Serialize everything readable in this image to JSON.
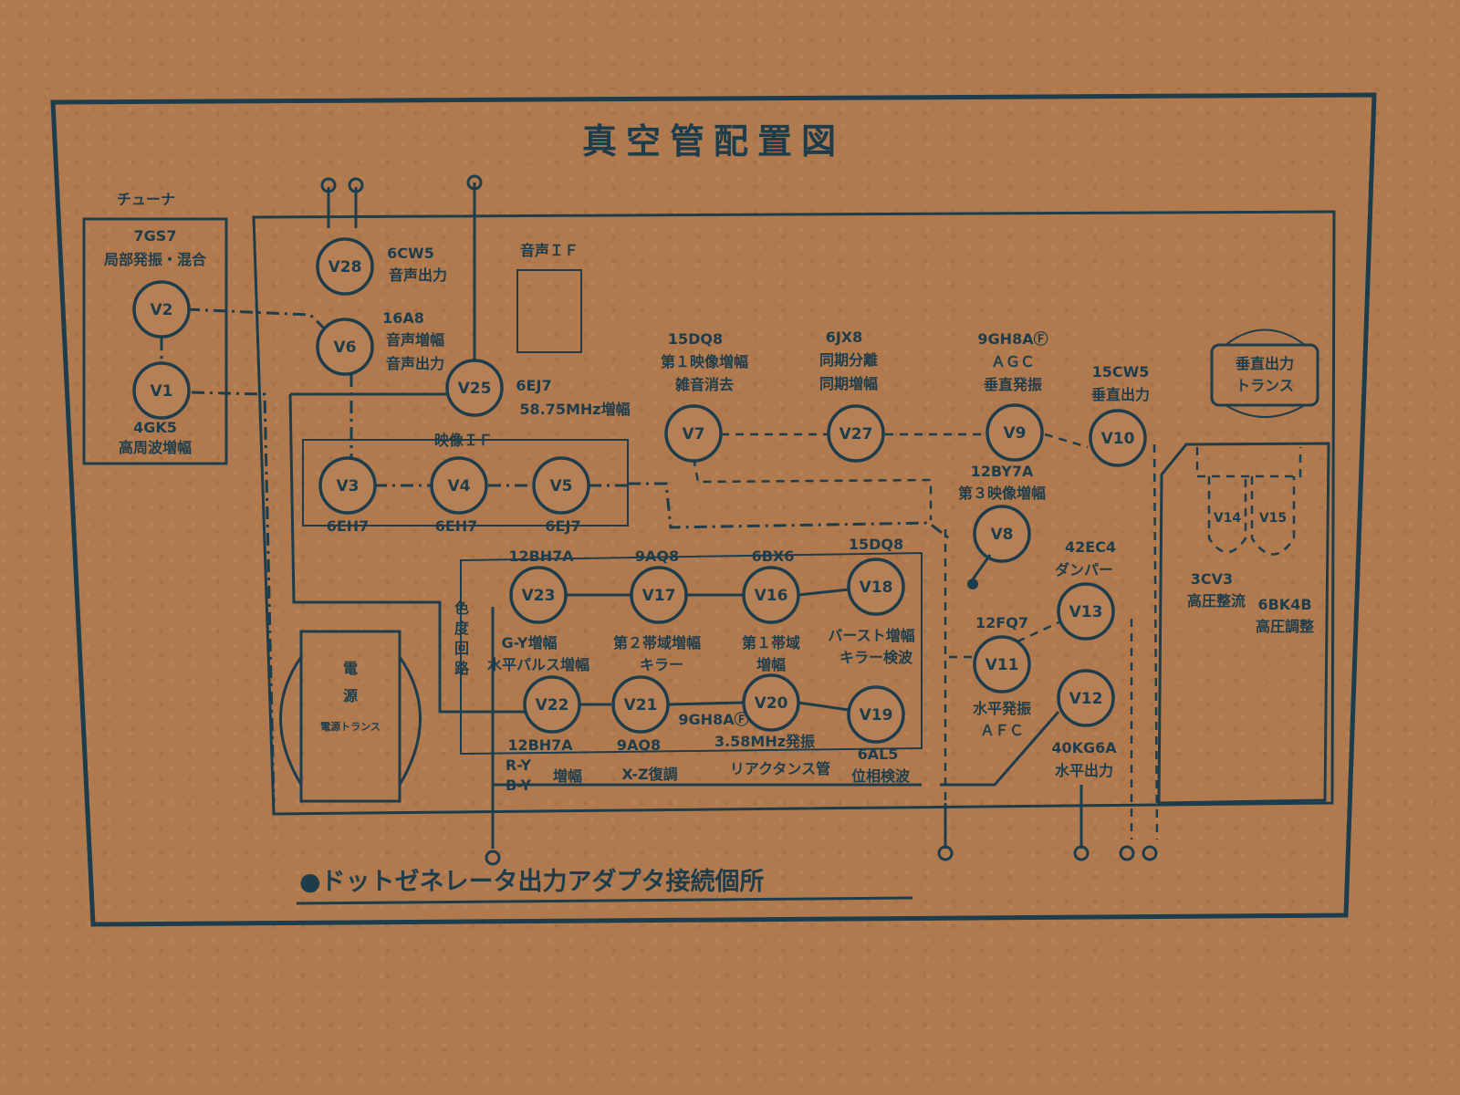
{
  "title": "真空管配置図",
  "footer": "●ドットゼネレータ出力アダプタ接続個所",
  "blocks": {
    "tuner": "チューナ",
    "sound_if": "音声ＩＦ",
    "video_if": "映像ＩＦ",
    "chroma": "色度回路",
    "power_trans": "電源トランス",
    "vert_trans_1": "垂直出力",
    "vert_trans_2": "トランス"
  },
  "tubes": {
    "v2": {
      "id": "V2",
      "type": "7GS7",
      "func": "局部発振・混合"
    },
    "v1": {
      "id": "V1",
      "type": "4GK5",
      "func": "高周波増幅"
    },
    "v28": {
      "id": "V28",
      "type": "6CW5",
      "func": "音声出力"
    },
    "v6": {
      "id": "V6",
      "type": "16A8",
      "func": "音声増幅",
      "func2": "音声出力"
    },
    "v25": {
      "id": "V25",
      "type": "6EJ7",
      "func": "58.75MHz増幅"
    },
    "v3": {
      "id": "V3",
      "type": "6EH7"
    },
    "v4": {
      "id": "V4",
      "type": "6EH7"
    },
    "v5": {
      "id": "V5",
      "type": "6EJ7"
    },
    "v7": {
      "id": "V7",
      "type": "15DQ8",
      "func": "第１映像増幅",
      "func2": "雑音消去"
    },
    "v27": {
      "id": "V27",
      "type": "6JX8",
      "func": "同期分離",
      "func2": "同期増幅"
    },
    "v9": {
      "id": "V9",
      "type": "9GH8AⒻ",
      "func": "ＡＧＣ",
      "func2": "垂直発振"
    },
    "v10": {
      "id": "V10",
      "type": "15CW5",
      "func": "垂直出力"
    },
    "v8": {
      "id": "V8",
      "type": "12BY7A",
      "func": "第３映像増幅"
    },
    "v14": {
      "id": "V14",
      "type": "3CV3",
      "func": "高圧整流"
    },
    "v15": {
      "id": "V15",
      "type": "6BK4B",
      "func": "高圧調整"
    },
    "v23": {
      "id": "V23",
      "type": "12BH7A",
      "func": "G-Y増幅",
      "func2": "水平パルス増幅"
    },
    "v17": {
      "id": "V17",
      "type": "9AQ8",
      "func": "第２帯域増幅",
      "func2": "キラー"
    },
    "v16": {
      "id": "V16",
      "type": "6BX6",
      "func": "第１帯域",
      "func2": "増幅"
    },
    "v18": {
      "id": "V18",
      "type": "15DQ8",
      "func": "バースト増幅",
      "func2": "キラー検波"
    },
    "v13": {
      "id": "V13",
      "type": "42EC4",
      "func": "ダンパー"
    },
    "v11": {
      "id": "V11",
      "type": "12FQ7",
      "func": "水平発振",
      "func2": "ＡＦＣ"
    },
    "v22": {
      "id": "V22",
      "type": "12BH7A",
      "func": "R-Y",
      "func2": "B-Y",
      "func3": "増幅"
    },
    "v21": {
      "id": "V21",
      "type": "9AQ8",
      "func": "X-Z復調"
    },
    "v20": {
      "id": "V20",
      "type": "9GH8AⒻ",
      "func": "3.58MHz発振",
      "func2": "リアクタンス管"
    },
    "v19": {
      "id": "V19",
      "type": "6AL5",
      "func": "位相検波"
    },
    "v12": {
      "id": "V12",
      "type": "40KG6A",
      "func": "水平出力"
    }
  }
}
